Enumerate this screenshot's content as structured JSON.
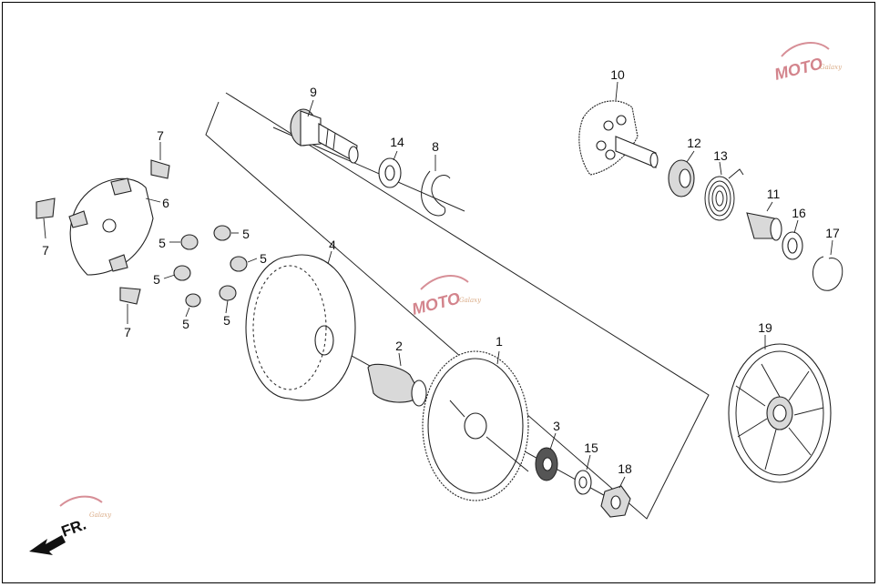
{
  "callouts": [
    "1",
    "2",
    "3",
    "4",
    "5",
    "5",
    "5",
    "5",
    "5",
    "5",
    "6",
    "7",
    "7",
    "7",
    "8",
    "9",
    "10",
    "11",
    "12",
    "13",
    "14",
    "15",
    "16",
    "17",
    "18",
    "19"
  ],
  "front_arrow": {
    "label": "FR."
  },
  "watermark": {
    "brand": "MOTO",
    "tag": "Galaxy"
  },
  "colors": {
    "line": "#222222",
    "background": "#ffffff",
    "watermark": "#b02030"
  }
}
